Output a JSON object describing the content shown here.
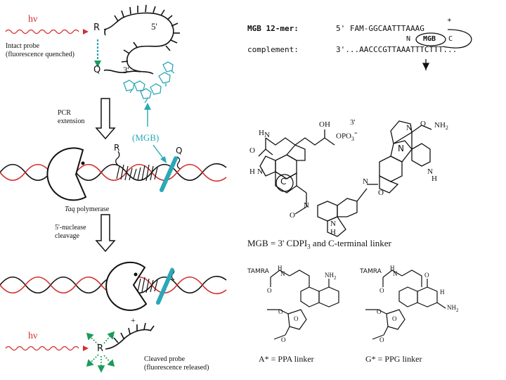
{
  "colors": {
    "red": "#d32f2f",
    "teal": "#2aa8b7",
    "black": "#111111",
    "green": "#1a9c5a"
  },
  "left": {
    "hv_top": "hν",
    "hv_bottom": "hν",
    "label_R_top": "R",
    "label_Q_top": "Q",
    "label_5prime": "5'",
    "label_3prime": "3'",
    "intact_probe_l1": "Intact probe",
    "intact_probe_l2": "(fluorescence quenched)",
    "pcr_l1": "PCR",
    "pcr_l2": "extension",
    "mgb_label": "(MGB)",
    "label_R_mid": "R",
    "label_Q_mid": "Q",
    "taq_label_italic": "Taq",
    "taq_label_rest": " polymerase",
    "nuclease_l1": "5'-nuclease",
    "nuclease_l2": "cleavage",
    "plus": "+",
    "label_R_bottom": "R",
    "cleaved_l1": "Cleaved probe",
    "cleaved_l2": "(fluorescence released)"
  },
  "right": {
    "seq_label_1": "MGB 12-mer:",
    "seq_value_1": "5' FAM-GGCAATTTAAAG",
    "seq_star": "*",
    "seq_N": "N",
    "seq_mgb": "MGB",
    "seq_C": "C",
    "seq_label_2": "complement:",
    "seq_value_2": "3'...AACCCGTTAAATTTCTTT...",
    "chem_H": "H",
    "chem_N": "N",
    "chem_O": "O",
    "chem_OH": "OH",
    "chem_3prime": "3'",
    "chem_OPO3": "OPO",
    "chem_OPO3_sub": "3",
    "chem_OPO3_sup": "=",
    "chem_NH2": "NH",
    "chem_NH2_sub": "2",
    "ring_N": "N",
    "ring_C": "C",
    "mgb_caption_a": "MGB = 3' CDPI",
    "mgb_caption_sub": "3",
    "mgb_caption_b": " and C-terminal linker",
    "tamra_1": "TAMRA",
    "tamra_2": "TAMRA",
    "ppa_caption": "A* = PPA linker",
    "ppg_caption": "G* = PPG linker"
  }
}
